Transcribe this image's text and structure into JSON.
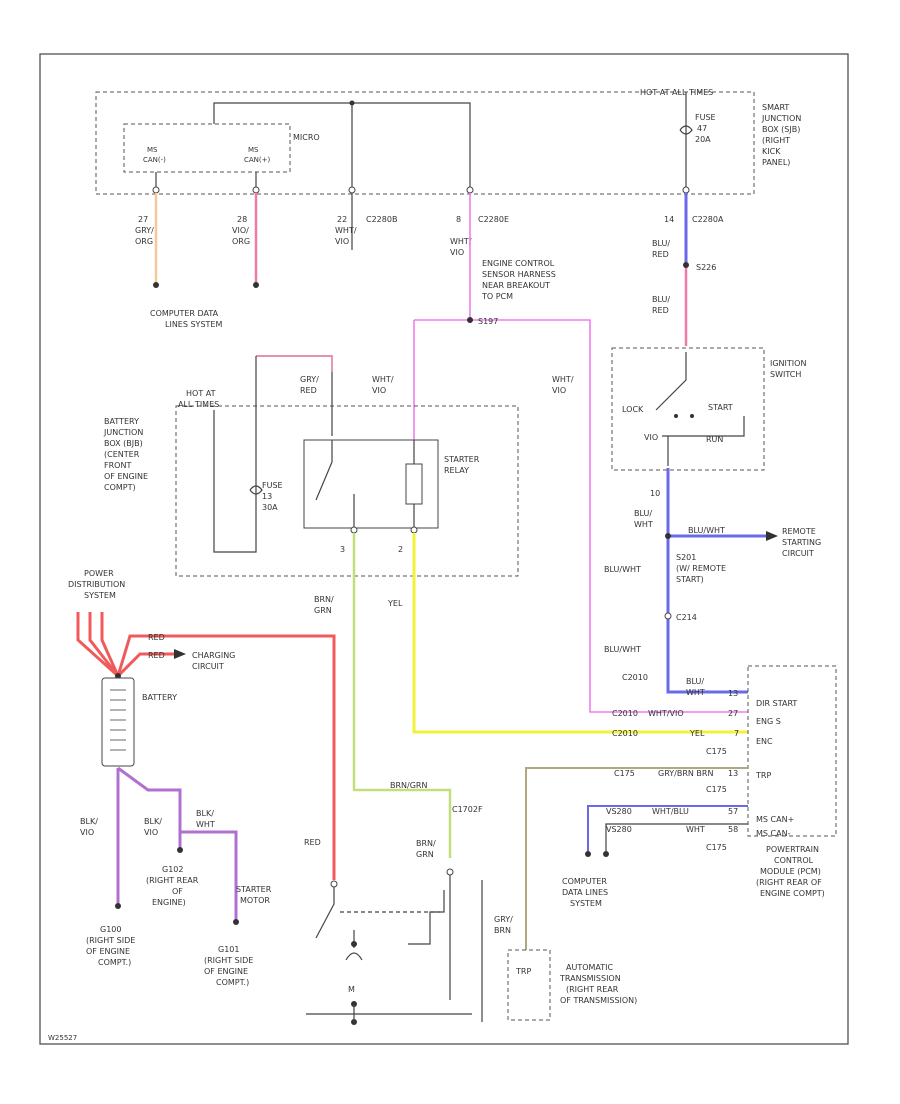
{
  "diagram": {
    "footer_code": "W25527",
    "sjb": {
      "hot_label": "HOT AT ALL TIMES",
      "fuse_lines": [
        "FUSE",
        "47",
        "20A"
      ],
      "title_lines": [
        "SMART",
        "JUNCTION",
        "BOX (SJB)",
        "(RIGHT",
        "KICK",
        "PANEL)"
      ],
      "micro_label": "MICRO",
      "ms_can_lo": [
        "MS",
        "CAN(-)"
      ],
      "ms_can_hi": [
        "MS",
        "CAN(+)"
      ]
    },
    "sjb_pins": {
      "p27": [
        "27",
        "GRY/",
        "ORG"
      ],
      "p28": [
        "28",
        "VIO/",
        "ORG"
      ],
      "p22": [
        "22",
        "WHT/",
        "VIO"
      ],
      "p8": [
        "8",
        "WHT/",
        "VIO"
      ],
      "c2280b": "C2280B",
      "c2280e": "C2280E",
      "p14": "14",
      "c2280a": "C2280A",
      "blu_red": [
        "BLU/",
        "RED"
      ]
    },
    "computer_data_top": [
      "COMPUTER DATA",
      "LINES SYSTEM"
    ],
    "engine_harness": [
      "ENGINE CONTROL",
      "SENSOR HARNESS",
      "NEAR BREAKOUT",
      "TO PCM"
    ],
    "s197": "S197",
    "s226": "S226",
    "wht_vio_a": [
      "WHT/",
      "VIO"
    ],
    "wht_vio_b": [
      "WHT/",
      "VIO"
    ],
    "gry_red": [
      "GRY/",
      "RED"
    ],
    "bjb": {
      "hot_label": [
        "HOT AT",
        "ALL TIMES"
      ],
      "title_lines": [
        "BATTERY",
        "JUNCTION",
        "BOX (BJB)",
        "(CENTER",
        "FRONT",
        "OF ENGINE",
        "COMPT)"
      ],
      "fuse_lines": [
        "FUSE",
        "13",
        "30A"
      ],
      "relay_lines": [
        "STARTER",
        "RELAY"
      ],
      "pin3": "3",
      "pin2": "2"
    },
    "ignition": {
      "title_lines": [
        "IGNITION",
        "SWITCH"
      ],
      "lock": "LOCK",
      "start": "START",
      "vio_label": "VIO",
      "run": "RUN",
      "pin10": "10",
      "blu_wht": [
        "BLU/",
        "WHT"
      ]
    },
    "remote": {
      "wire_label": "BLU/WHT",
      "target_lines": [
        "REMOTE",
        "STARTING",
        "CIRCUIT"
      ],
      "splice_lines": [
        "S201",
        "(W/ REMOTE",
        "START)"
      ],
      "bluwht_a": "BLU/WHT",
      "bluwht_b": "BLU/WHT",
      "c214": "C214",
      "c2010": "C2010",
      "blu_wht_pcm": [
        "BLU/",
        "WHT"
      ]
    },
    "power_dist": [
      "POWER",
      "DISTRIBUTION",
      "SYSTEM"
    ],
    "charging": [
      "CHARGING",
      "CIRCUIT"
    ],
    "red_a": "RED",
    "red_b": "RED",
    "battery_label": "BATTERY",
    "brn_grn": [
      "BRN/",
      "GRN"
    ],
    "yel": "YEL",
    "pcm": {
      "rows": [
        {
          "conn": "C2010",
          "wire": "",
          "pin": "13",
          "func": "DIR START"
        },
        {
          "conn": "C2010",
          "wire": "WHT/VIO",
          "pin": "27",
          "func": "ENG S"
        },
        {
          "conn": "C2010",
          "wire": "YEL",
          "pin": "7",
          "func": "ENC"
        },
        {
          "conn": "C175",
          "wire": "",
          "pin": "",
          "func": ""
        },
        {
          "conn": "C175",
          "wire": "GRY/BRN BRN",
          "pin": "13",
          "func": "TRP"
        },
        {
          "conn": "C175",
          "wire": "",
          "pin": "",
          "func": ""
        },
        {
          "conn": "VS280",
          "wire": "WHT/BLU",
          "pin": "57",
          "func": "MS CAN+"
        },
        {
          "conn": "VS280",
          "wire": "WHT",
          "pin": "58",
          "func": "MS CAN-"
        },
        {
          "conn": "C175",
          "wire": "",
          "pin": "",
          "func": ""
        }
      ],
      "title_lines": [
        "POWERTRAIN",
        "CONTROL",
        "MODULE (PCM)",
        "(RIGHT REAR OF",
        "ENGINE COMPT)"
      ]
    },
    "brn_grn_b": "BRN/GRN",
    "c1702f": "C1702F",
    "computer_data_bottom": [
      "COMPUTER",
      "DATA LINES",
      "SYSTEM"
    ],
    "red_motor": "RED",
    "brn_grn_motor": [
      "BRN/",
      "GRN"
    ],
    "starter_motor": [
      "STARTER",
      "MOTOR"
    ],
    "blk_vio_a": [
      "BLK/",
      "VIO"
    ],
    "blk_vio_b": [
      "BLK/",
      "VIO"
    ],
    "blk_wht": [
      "BLK/",
      "WHT"
    ],
    "g102": [
      "G102",
      "(RIGHT REAR",
      "OF",
      "ENGINE)"
    ],
    "g100": [
      "G100",
      "(RIGHT SIDE",
      "OF ENGINE",
      "COMPT.)"
    ],
    "g101": [
      "G101",
      "(RIGHT SIDE",
      "OF ENGINE",
      "COMPT.)"
    ],
    "gry_brn": [
      "GRY/",
      "BRN"
    ],
    "trp_label": "TRP",
    "transmission": [
      "AUTOMATIC",
      "TRANSMISSION",
      "(RIGHT REAR",
      "OF TRANSMISSION)"
    ],
    "motor_m": "M"
  }
}
